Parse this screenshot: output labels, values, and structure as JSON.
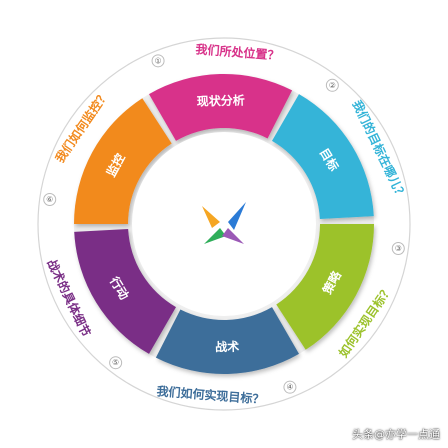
{
  "segments": [
    {
      "num": "①",
      "label": "现状分析",
      "question": "我们所处位置？",
      "color": "#d8338a"
    },
    {
      "num": "②",
      "label": "目标",
      "question": "我们的目标在哪儿？",
      "color": "#34b4d8"
    },
    {
      "num": "③",
      "label": "策略",
      "question": "如何实现目标？",
      "color": "#9cc22c"
    },
    {
      "num": "④",
      "label": "战术",
      "question": "我们如何实现目标？",
      "color": "#3e6e9a"
    },
    {
      "num": "⑤",
      "label": "行动",
      "question": "战术的具体细节",
      "color": "#7a2f86"
    },
    {
      "num": "⑥",
      "label": "监控",
      "question": "我们如何监控？",
      "color": "#f28a1e"
    }
  ],
  "logo": {
    "colors": [
      "#f5a623",
      "#2b7bd6",
      "#2fae5a",
      "#9b59b6"
    ]
  },
  "watermark": "头条@亦学一点通"
}
